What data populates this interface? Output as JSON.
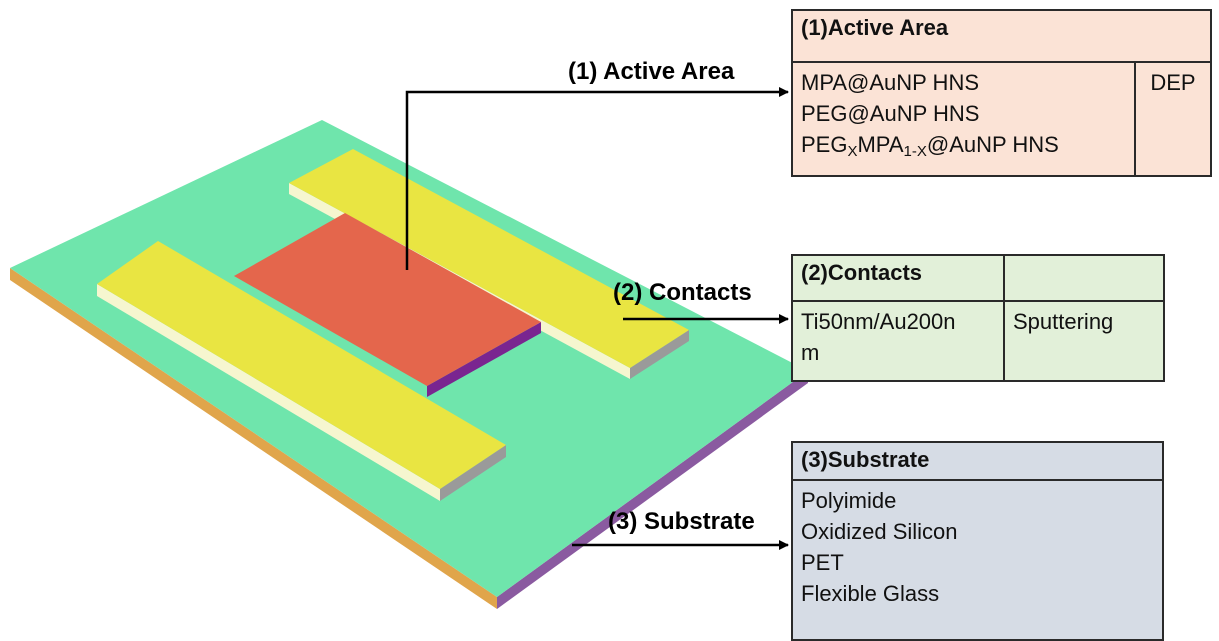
{
  "colors": {
    "substrate_top": "#6fe5ac",
    "substrate_side_left": "#e0a54b",
    "substrate_side_right": "#8a5aa0",
    "contact_top": "#e9e542",
    "contact_side": "#f6f6cf",
    "contact_end": "#9a9a9a",
    "active_top": "#e4664c",
    "active_side": "#7a2590",
    "active_table_bg": "#fbe3d6",
    "contacts_table_bg": "#e2f0d9",
    "substrate_table_bg": "#d6dce5"
  },
  "callouts": {
    "active": "(1) Active Area",
    "contacts": "(2) Contacts",
    "substrate": "(3) Substrate"
  },
  "active_table": {
    "header": "(1)Active Area",
    "materials": [
      "MPA@AuNP HNS",
      "PEG@AuNP HNS"
    ],
    "mixed_material": {
      "peg": "PEG",
      "peg_sub": "X",
      "mpa": "MPA",
      "mpa_sub": "1-X",
      "rest": "@AuNP HNS"
    },
    "method": "DEP"
  },
  "contacts_table": {
    "header": "(2)Contacts",
    "header_right": "",
    "material": "Ti50nm/Au200nm",
    "material_line1": "Ti50nm/Au200n",
    "material_line2": "m",
    "method": "Sputtering"
  },
  "substrate_table": {
    "header": "(3)Substrate",
    "materials": [
      "Polyimide",
      "Oxidized Silicon",
      "PET",
      "Flexible Glass"
    ]
  }
}
